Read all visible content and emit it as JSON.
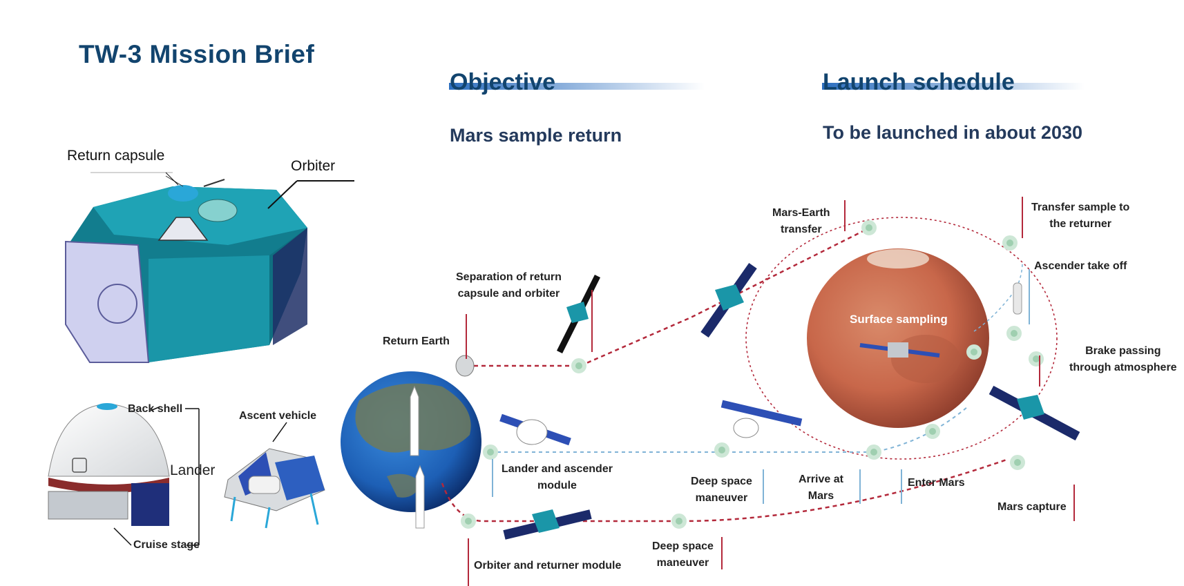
{
  "title": "TW-3 Mission Brief",
  "objective": {
    "heading": "Objective",
    "text": "Mars sample return"
  },
  "launch": {
    "heading": "Launch schedule",
    "text": "To be launched in about 2030"
  },
  "spacecraft_labels": {
    "return_capsule": "Return capsule",
    "orbiter": "Orbiter",
    "back_shell": "Back shell",
    "lander": "Lander",
    "cruise_stage": "Cruise stage",
    "ascent_vehicle": "Ascent vehicle"
  },
  "trajectory_labels": {
    "separation": [
      "Separation of return",
      "capsule and orbiter"
    ],
    "return_earth": "Return  Earth",
    "mars_earth_transfer": [
      "Mars-Earth",
      "transfer"
    ],
    "transfer_sample": [
      "Transfer sample to",
      "the returner"
    ],
    "ascender_take_off": "Ascender take off",
    "surface_sampling": "Surface sampling",
    "brake_passing": [
      "Brake passing",
      "through atmosphere"
    ],
    "lander_ascender": [
      "Lander and ascender",
      "module"
    ],
    "deep_space_1": [
      "Deep space",
      "maneuver"
    ],
    "arrive_mars": [
      "Arrive at",
      "Mars"
    ],
    "enter_mars": "Enter Mars",
    "mars_capture": "Mars capture",
    "orbiter_returner": "Orbiter and returner module",
    "deep_space_2": [
      "Deep space",
      "maneuver"
    ]
  },
  "colors": {
    "title": "#12446e",
    "orbiter_body": "#1a96a8",
    "earth_ocean": "#1d5fb5",
    "mars": "#c8674a",
    "red_path": "#b3283a",
    "blue_path": "#7fb3d6",
    "node": "#9fcfb0"
  }
}
